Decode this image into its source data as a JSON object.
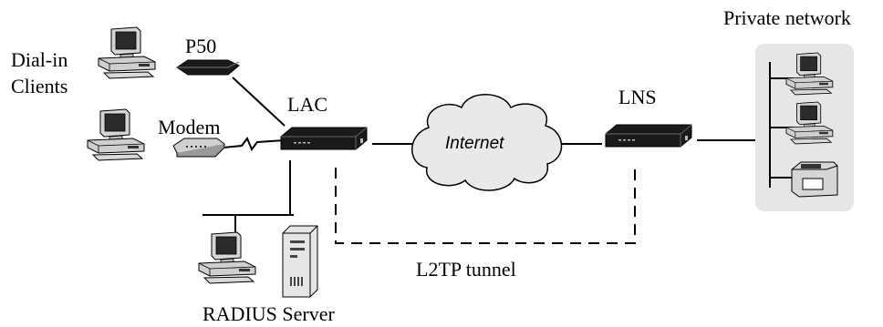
{
  "labels": {
    "dial_in_line1": "Dial-in",
    "dial_in_line2": "Clients",
    "p50": "P50",
    "modem": "Modem",
    "lac": "LAC",
    "lns": "LNS",
    "internet": "Internet",
    "l2tp_tunnel": "L2TP tunnel",
    "radius_server": "RADIUS Server",
    "private_network": "Private network"
  },
  "icons": {
    "client_pc": "desktop-computer-icon",
    "p50_router": "router-icon",
    "modem": "modem-icon",
    "lac": "access-concentrator-icon",
    "lns": "network-server-icon",
    "internet": "cloud-icon",
    "radius": "server-tower-icon",
    "printer": "printer-icon"
  },
  "colors": {
    "line": "#000000",
    "device_dark": "#1a1a1a",
    "pc_case": "#cfcfcf",
    "cloud_fill": "#e9e9e9",
    "private_bg": "#e6e6e6"
  }
}
